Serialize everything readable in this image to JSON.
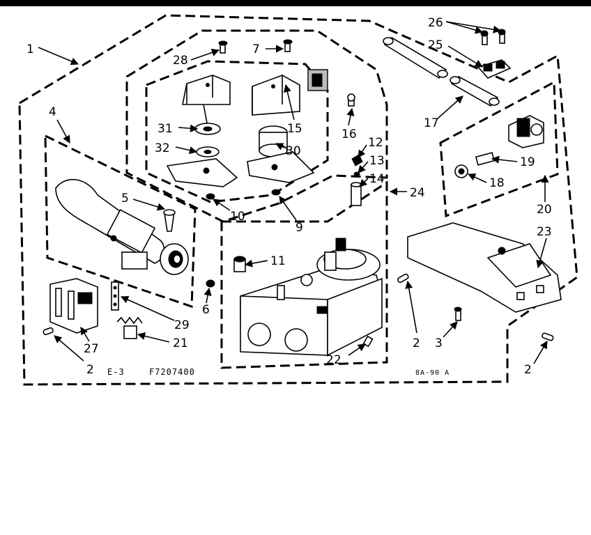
{
  "callouts": [
    "1",
    "2",
    "2",
    "2",
    "2",
    "3",
    "4",
    "5",
    "6",
    "7",
    "9",
    "10",
    "11",
    "12",
    "13",
    "14",
    "15",
    "16",
    "17",
    "18",
    "19",
    "20",
    "21",
    "22",
    "23",
    "24",
    "25",
    "26",
    "27",
    "28",
    "29",
    "30",
    "31",
    "32"
  ],
  "footer": {
    "left_code": "E-3",
    "part_number": "F7207400",
    "right_code": "8A-90 A"
  }
}
